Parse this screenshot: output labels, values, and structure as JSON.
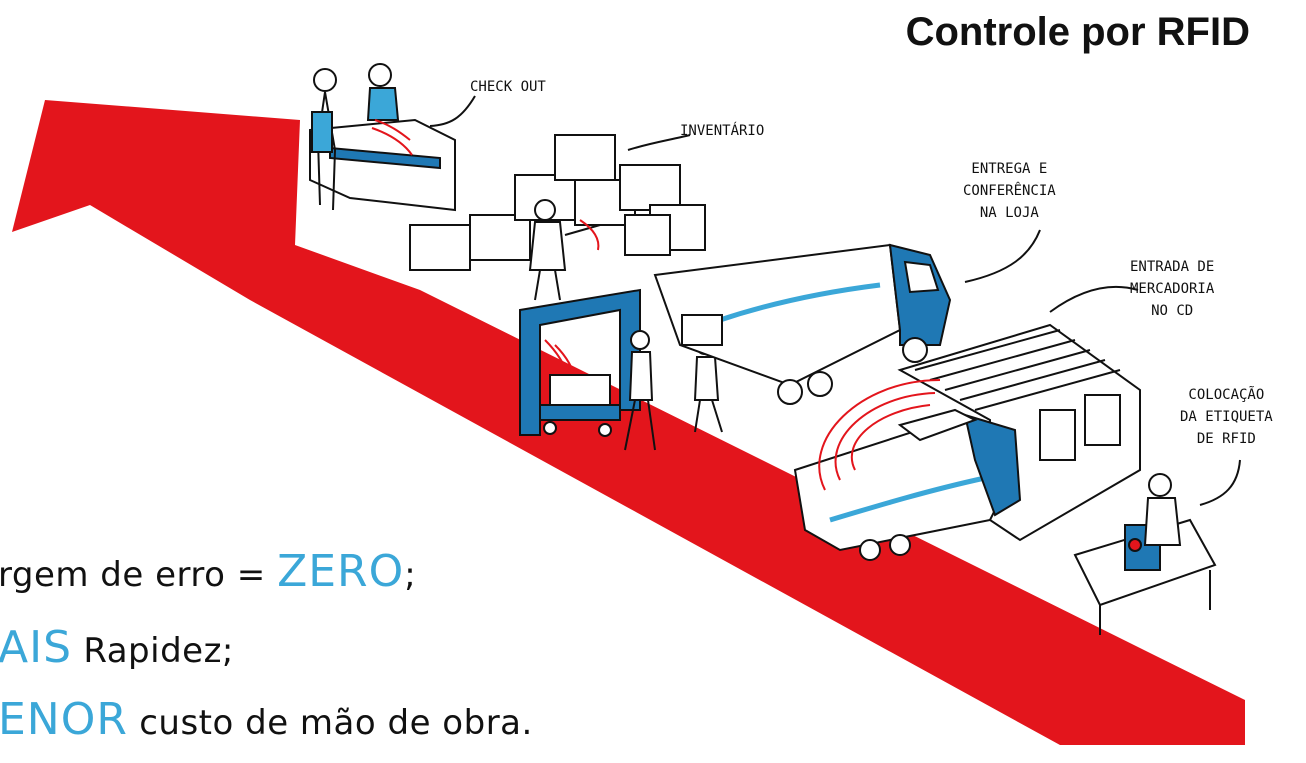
{
  "title": "Controle por RFID",
  "colors": {
    "arrow": "#e3151c",
    "accent_blue": "#3ba7d8",
    "equipment_blue": "#1f78b4",
    "ink": "#111111"
  },
  "callouts": [
    {
      "id": "checkout",
      "text": "CHECK OUT"
    },
    {
      "id": "inventario",
      "text": "INVENTÁRIO"
    },
    {
      "id": "entrega",
      "lines": [
        "ENTREGA E",
        "CONFERÊNCIA",
        "NA LOJA"
      ]
    },
    {
      "id": "entrada",
      "lines": [
        "ENTRADA DE",
        "MERCADORIA",
        "NO CD"
      ]
    },
    {
      "id": "colocacao",
      "lines": [
        "COLOCAÇÃO",
        "DA ETIQUETA",
        "DE RFID"
      ]
    }
  ],
  "benefits": [
    {
      "prefix": "rgem de erro = ",
      "highlight": "ZERO",
      "suffix": ";"
    },
    {
      "prefix": "",
      "highlight": "AIS",
      "suffix": " Rapidez;"
    },
    {
      "prefix": "",
      "highlight": "ENOR",
      "suffix": " custo de mão de obra."
    }
  ]
}
